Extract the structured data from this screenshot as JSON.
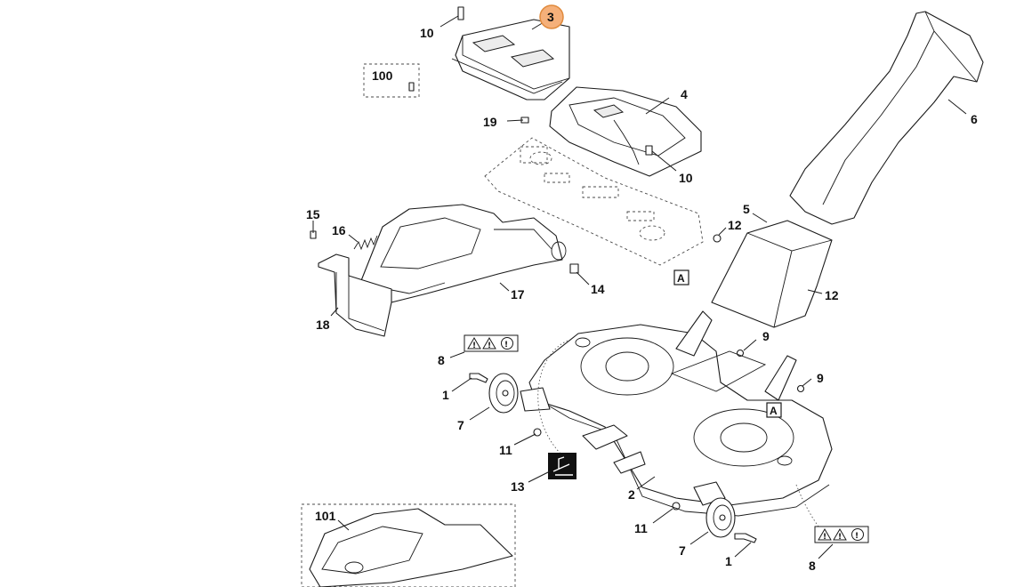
{
  "diagram": {
    "highlighted_part": "3",
    "labels": {
      "p3": "3",
      "p10a": "10",
      "p100": "100",
      "p4": "4",
      "p19": "19",
      "p10b": "10",
      "p6": "6",
      "p15": "15",
      "p16": "16",
      "p17": "17",
      "p18": "18",
      "p14": "14",
      "p5": "5",
      "p12a": "12",
      "p12b": "12",
      "pA1": "A",
      "p8a": "8",
      "p9a": "9",
      "p9b": "9",
      "pA2": "A",
      "p1a": "1",
      "p7a": "7",
      "p11a": "11",
      "p13": "13",
      "p2": "2",
      "p101": "101",
      "p11b": "11",
      "p7b": "7",
      "p1b": "1",
      "p8b": "8"
    },
    "warning_icons": [
      "triangle-warning-icon",
      "triangle-hand-icon",
      "circle-info-icon"
    ],
    "highlight_color": "#f5b07a"
  }
}
